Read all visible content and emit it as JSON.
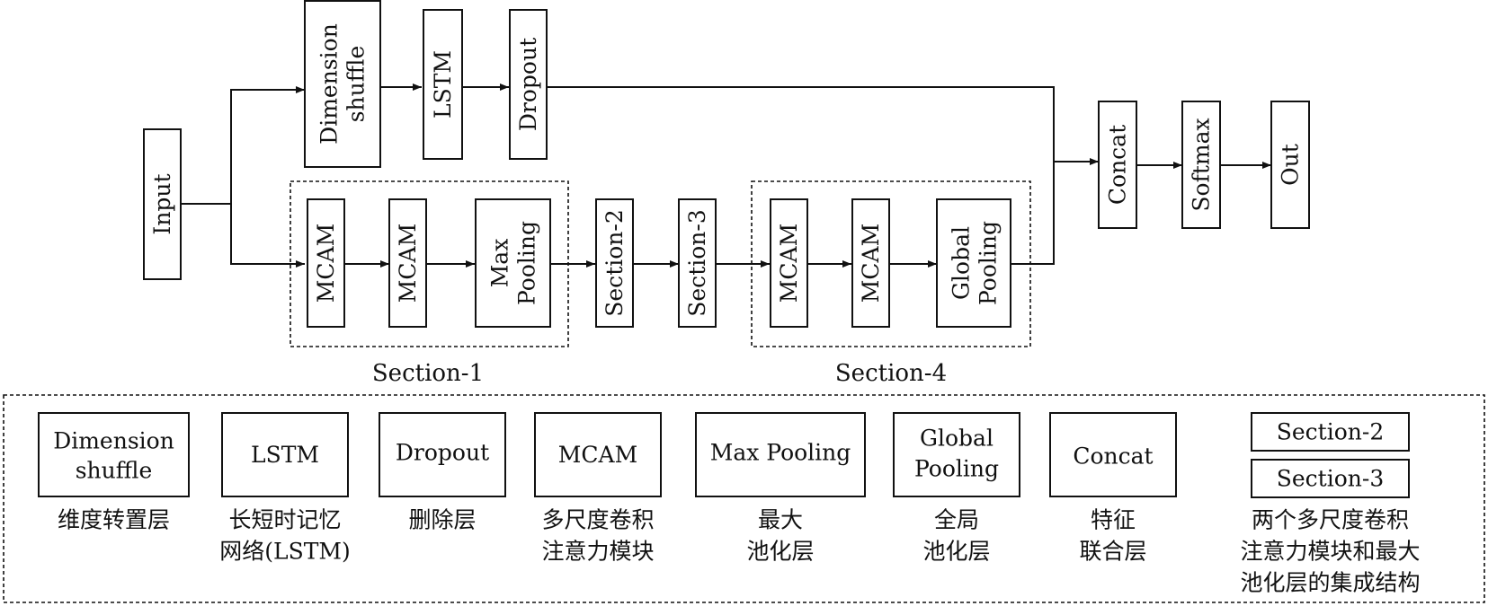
{
  "main": {
    "input": "Input",
    "dimension_shuffle": [
      "Dimension",
      "shuffle"
    ],
    "lstm": "LSTM",
    "dropout": "Dropout",
    "section1_mcam_a": "MCAM",
    "section1_mcam_b": "MCAM",
    "section1_maxpool": [
      "Max",
      "Pooling"
    ],
    "section2": "Section-2",
    "section3": "Section-3",
    "section4_mcam_a": "MCAM",
    "section4_mcam_b": "MCAM",
    "section4_globalpool": [
      "Global",
      "Pooling"
    ],
    "concat": "Concat",
    "softmax": "Softmax",
    "out": "Out",
    "section1_label": "Section-1",
    "section4_label": "Section-4"
  },
  "legend": {
    "items": [
      {
        "box": [
          "Dimension",
          "shuffle"
        ],
        "caption": [
          "维度转置层"
        ]
      },
      {
        "box": [
          "LSTM"
        ],
        "caption": [
          "长短时记忆",
          "网络(LSTM)"
        ]
      },
      {
        "box": [
          "Dropout"
        ],
        "caption": [
          "删除层"
        ]
      },
      {
        "box": [
          "MCAM"
        ],
        "caption": [
          "多尺度卷积",
          "注意力模块"
        ]
      },
      {
        "box": [
          "Max Pooling"
        ],
        "caption": [
          "最大",
          "池化层"
        ]
      },
      {
        "box": [
          "Global",
          "Pooling"
        ],
        "caption": [
          "全局",
          "池化层"
        ]
      },
      {
        "box": [
          "Concat"
        ],
        "caption": [
          "特征",
          "联合层"
        ]
      }
    ],
    "sections": {
      "boxes": [
        "Section-2",
        "Section-3"
      ],
      "caption": [
        "两个多尺度卷积",
        "注意力模块和最大",
        "池化层的集成结构"
      ]
    }
  },
  "colors": {
    "stroke": "#111111",
    "background": "#ffffff"
  }
}
